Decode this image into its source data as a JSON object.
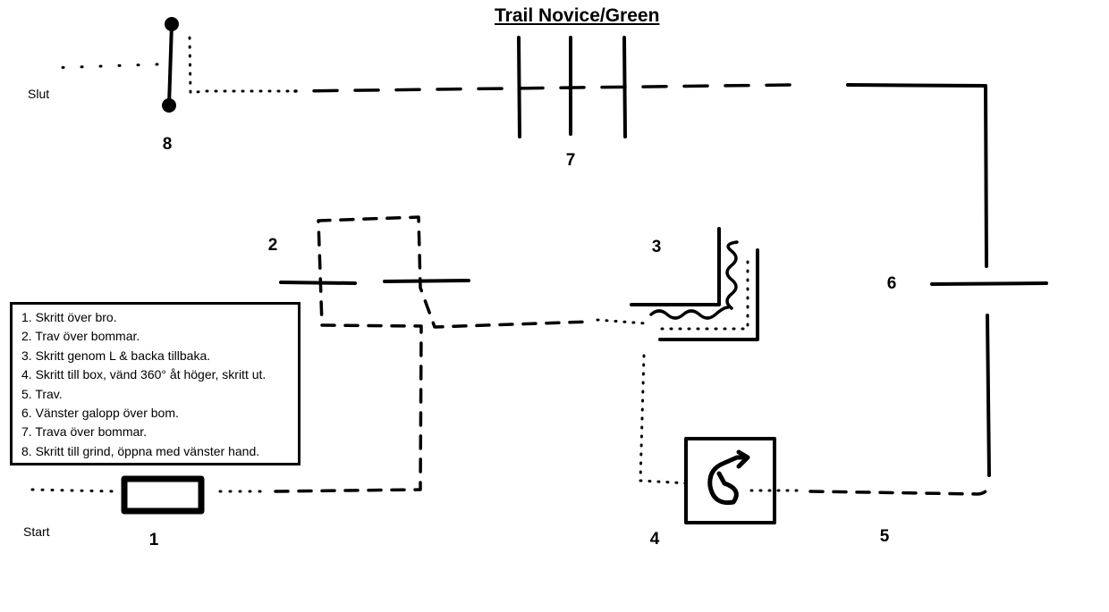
{
  "title": "Trail Novice/Green",
  "start_label": "Start",
  "end_label": "Slut",
  "obstacle_numbers": [
    "1",
    "2",
    "3",
    "4",
    "5",
    "6",
    "7",
    "8"
  ],
  "instructions": [
    "1. Skritt över bro.",
    "2. Trav över bommar.",
    "3. Skritt genom L & backa tillbaka.",
    "4. Skritt till box, vänd 360° åt höger, skritt ut.",
    "5. Trav.",
    "6. Vänster galopp över bom.",
    "7. Trava över bommar.",
    "8. Skritt till grind, öppna med vänster hand."
  ],
  "colors": {
    "ink": "#000000",
    "background": "#ffffff"
  }
}
